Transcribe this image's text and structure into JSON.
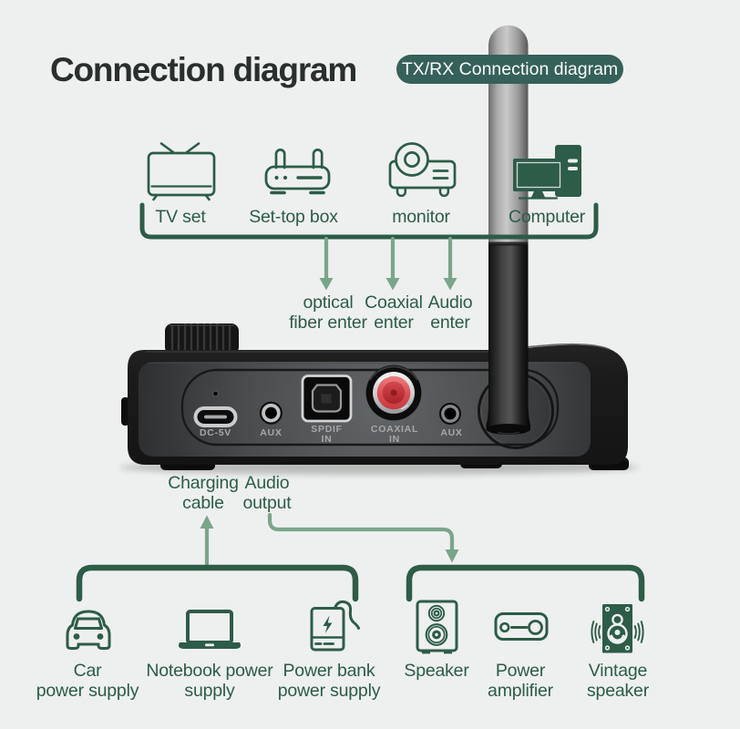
{
  "title": "Connection diagram",
  "badge": "TX/RX Connection diagram",
  "colors": {
    "background": "#eef0ef",
    "dark_green": "#2d5c48",
    "sage_green": "#7aa58b",
    "badge_background": "#35615a",
    "title_color": "#282f2c",
    "coaxial_red": "#d2383e"
  },
  "sources": {
    "items": [
      {
        "label": "TV set",
        "icon": "tv-icon"
      },
      {
        "label": "Set-top box",
        "icon": "set-top-box-icon"
      },
      {
        "label": "monitor",
        "icon": "projector-icon"
      },
      {
        "label": "Computer",
        "icon": "computer-icon"
      }
    ]
  },
  "inputs": {
    "items": [
      {
        "label": "optical\nfiber enter"
      },
      {
        "label": "Coaxial\nenter"
      },
      {
        "label": "Audio\nenter"
      }
    ]
  },
  "device": {
    "ports": [
      {
        "label": "DC-5V"
      },
      {
        "label": "AUX"
      },
      {
        "label": "SPDIF\nIN"
      },
      {
        "label": "COAXIAL\nIN"
      },
      {
        "label": "AUX"
      }
    ]
  },
  "outputs": {
    "charging_label": "Charging\ncable",
    "audio_label": "Audio\noutput"
  },
  "power_sources": {
    "items": [
      {
        "label": "Car\npower supply",
        "icon": "car-icon"
      },
      {
        "label": "Notebook power\nsupply",
        "icon": "laptop-icon"
      },
      {
        "label": "Power bank\npower supply",
        "icon": "power-bank-icon"
      }
    ]
  },
  "audio_outputs": {
    "items": [
      {
        "label": "Speaker",
        "icon": "speaker-icon"
      },
      {
        "label": "Power\namplifier",
        "icon": "amplifier-icon"
      },
      {
        "label": "Vintage\nspeaker",
        "icon": "vintage-speaker-icon"
      }
    ]
  }
}
